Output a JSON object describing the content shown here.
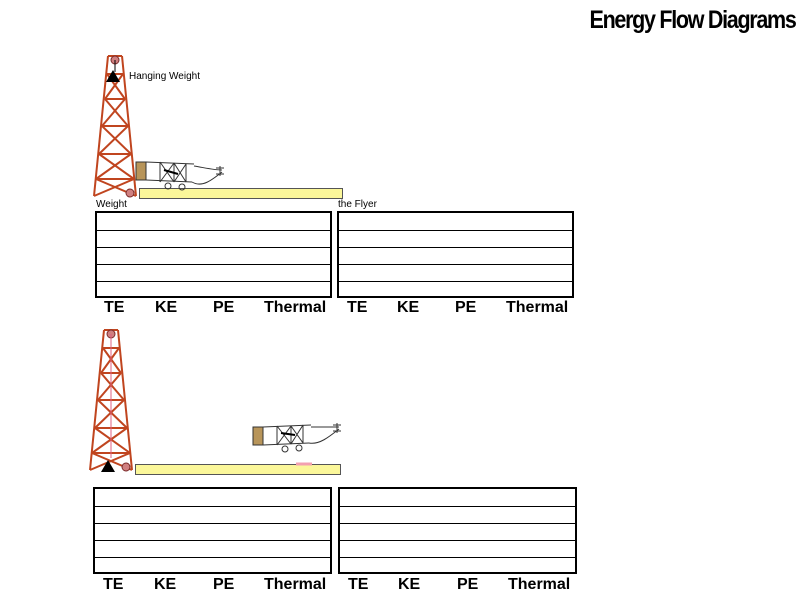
{
  "title": "Energy Flow Diagrams",
  "labels": {
    "hanging_weight": "Hanging Weight",
    "weight": "Weight",
    "flyer": "the Flyer"
  },
  "bar_columns": [
    "TE",
    "KE",
    "PE",
    "Thermal"
  ],
  "colors": {
    "tower": "#c0451f",
    "track": "#fbf79a",
    "weight": "#000000"
  }
}
